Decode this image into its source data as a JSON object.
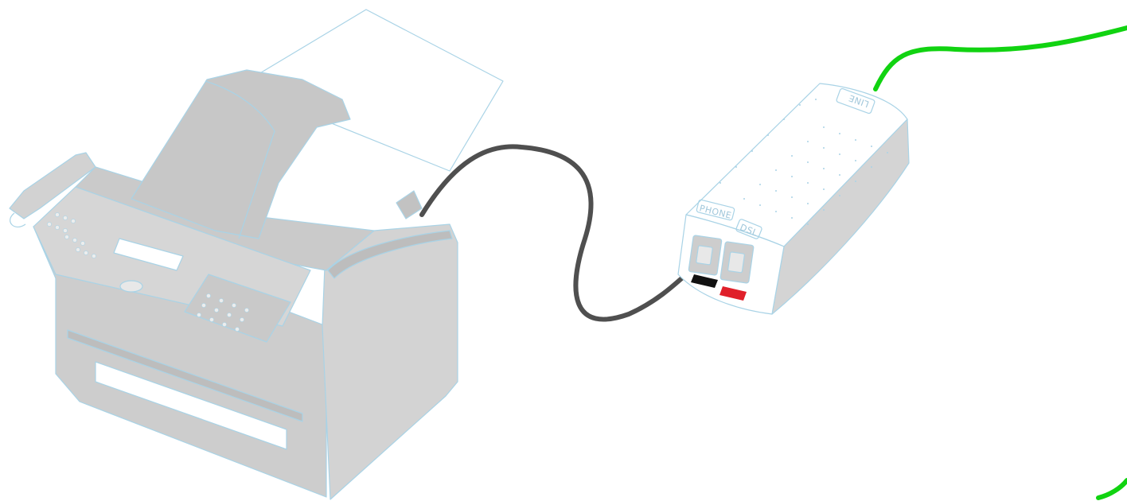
{
  "diagram": {
    "splitter": {
      "port_line_label": "LINE",
      "port_phone_label": "PHONE",
      "port_dsl_label": "DSL"
    },
    "colors": {
      "line_cable": "#11d311",
      "phone_cable": "#4f4f4f",
      "device_fill": "#cfcfcf",
      "device_outline": "#a9d3e6",
      "phone_tab": "#111111",
      "dsl_tab": "#e0202a"
    },
    "icons": {
      "fax_machine": "fax-machine-icon",
      "splitter": "dsl-splitter-icon"
    }
  }
}
